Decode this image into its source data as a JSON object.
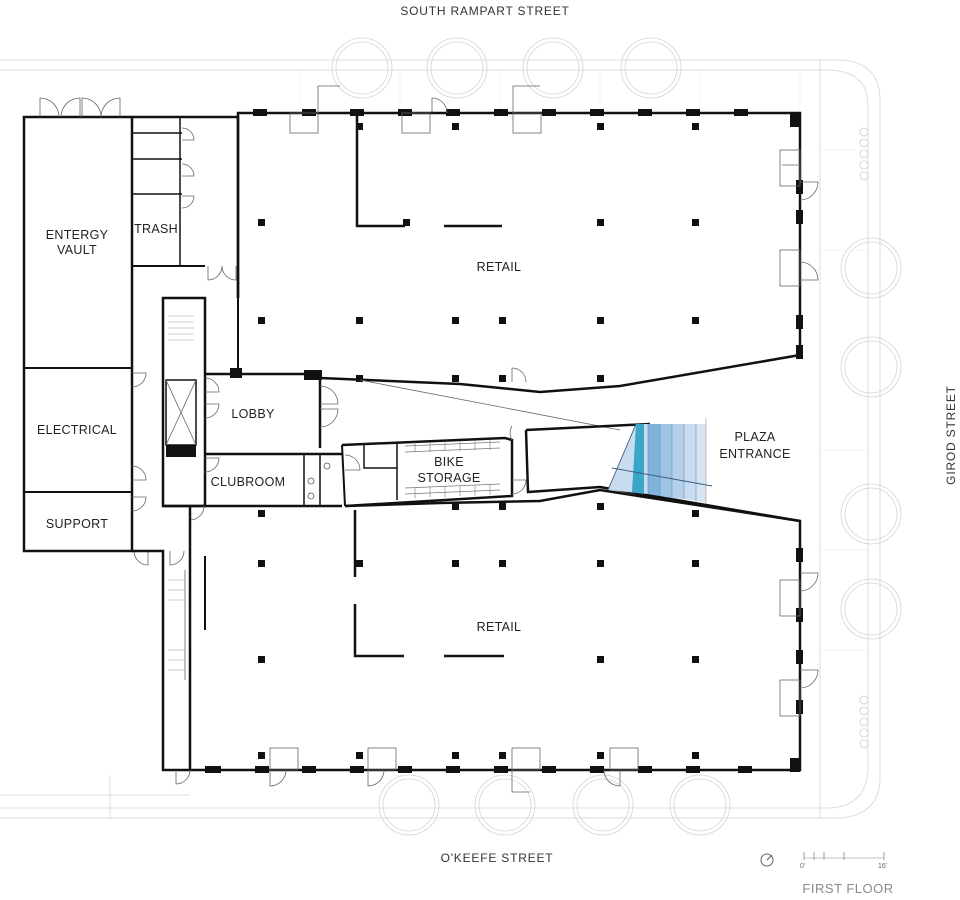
{
  "streets": {
    "north": "SOUTH RAMPART STREET",
    "south": "O'KEEFE STREET",
    "east": "GIROD STREET"
  },
  "rooms": {
    "energy_vault": [
      "ENTERGY",
      "VAULT"
    ],
    "trash": "TRASH",
    "electrical": "ELECTRICAL",
    "support": "SUPPORT",
    "lobby": "LOBBY",
    "clubroom": "CLUBROOM",
    "bike_storage": [
      "BIKE",
      "STORAGE"
    ],
    "retail_north": "RETAIL",
    "retail_south": "RETAIL",
    "plaza_entrance": [
      "PLAZA",
      "ENTRANCE"
    ]
  },
  "scale": {
    "start": "0'",
    "end": "16'"
  },
  "sheet_title": "FIRST FLOOR",
  "colors": {
    "wall": "#111111",
    "site_lines": "#d4d4d4",
    "glass_light": "#c9dcef",
    "glass_mid": "#7fb2dc",
    "glass_dark": "#3d86c9",
    "glass_teal": "#3aa6c8"
  },
  "icons": {
    "north_arrow": "north-arrow-icon"
  }
}
